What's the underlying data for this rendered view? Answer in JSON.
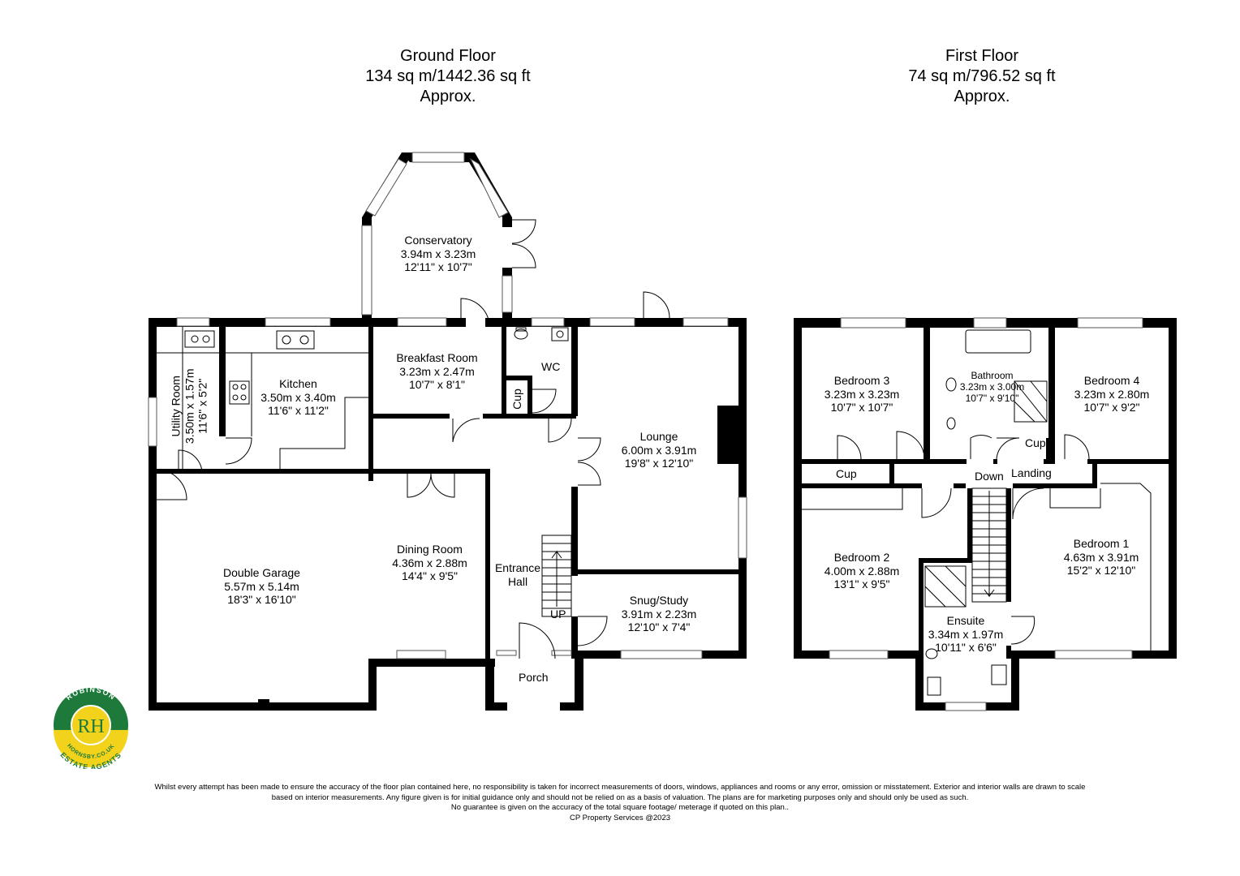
{
  "ground_floor": {
    "title": "Ground Floor",
    "area": "134 sq m/1442.36 sq ft",
    "approx": "Approx."
  },
  "first_floor": {
    "title": "First Floor",
    "area": "74 sq m/796.52 sq ft",
    "approx": "Approx."
  },
  "rooms_ground": {
    "conservatory": {
      "name": "Conservatory",
      "metric": "3.94m x 3.23m",
      "imperial": "12'11\" x 10'7\""
    },
    "breakfast": {
      "name": "Breakfast Room",
      "metric": "3.23m x 2.47m",
      "imperial": "10'7\" x 8'1\""
    },
    "kitchen": {
      "name": "Kitchen",
      "metric": "3.50m x 3.40m",
      "imperial": "11'6\" x 11'2\""
    },
    "utility": {
      "name": "Utility Room",
      "metric": "3.50m x 1.57m",
      "imperial": "11'6\" x 5'2\""
    },
    "wc": {
      "name": "WC"
    },
    "cup": {
      "name": "Cup"
    },
    "lounge": {
      "name": "Lounge",
      "metric": "6.00m x 3.91m",
      "imperial": "19'8\" x 12'10\""
    },
    "garage": {
      "name": "Double Garage",
      "metric": "5.57m x 5.14m",
      "imperial": "18'3\" x 16'10\""
    },
    "dining": {
      "name": "Dining Room",
      "metric": "4.36m x 2.88m",
      "imperial": "14'4\" x 9'5\""
    },
    "hall": {
      "line1": "Entrance",
      "line2": "Hall"
    },
    "up": "UP",
    "snug": {
      "name": "Snug/Study",
      "metric": "3.91m x 2.23m",
      "imperial": "12'10\" x 7'4\""
    },
    "porch": {
      "name": "Porch"
    }
  },
  "rooms_first": {
    "bed3": {
      "name": "Bedroom 3",
      "metric": "3.23m x 3.23m",
      "imperial": "10'7\" x 10'7\""
    },
    "bath": {
      "name": "Bathroom",
      "metric": "3.23m x 3.00m",
      "imperial": "10'7\" x 9'10\""
    },
    "bed4": {
      "name": "Bedroom 4",
      "metric": "3.23m x 2.80m",
      "imperial": "10'7\" x 9'2\""
    },
    "cup_left": "Cup",
    "cup_right": "Cup",
    "down": "Down",
    "landing": "Landing",
    "bed2": {
      "name": "Bedroom 2",
      "metric": "4.00m x 2.88m",
      "imperial": "13'1\" x 9'5\""
    },
    "bed1": {
      "name": "Bedroom 1",
      "metric": "4.63m x 3.91m",
      "imperial": "15'2\" x 12'10\""
    },
    "ensuite": {
      "name": "Ensuite",
      "metric": "3.34m x 1.97m",
      "imperial": "10'11\" x 6'6\""
    }
  },
  "logo": {
    "top_text": "ROBINSON",
    "monogram": "RH",
    "mid_text": "HORNSBY.CO.UK",
    "bottom_text": "ESTATE AGENTS",
    "colors": {
      "green": "#1d7a3a",
      "yellow": "#f2d21b"
    }
  },
  "disclaimer": {
    "line1": "Whilst every attempt has been made to ensure the accuracy of the floor plan contained here, no responsibility is taken for incorrect measurements of doors, windows, appliances and rooms or any error, omission or misstatement. Exterior and interior walls are drawn to scale",
    "line2": "based on interior measurements. Any figure given is for initial guidance only and should not be relied on as a basis of valuation. The plans are for marketing purposes only and should only be used as such.",
    "line3": "No guarantee is given on the accuracy of the total square footage/ meterage if quoted on this plan..",
    "line4": "CP Property Services @2023"
  }
}
